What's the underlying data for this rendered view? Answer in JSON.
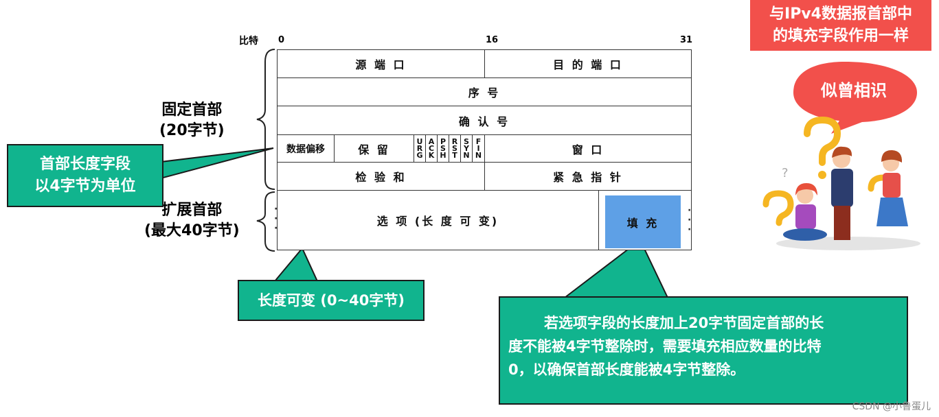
{
  "bits_header": {
    "label": "比特",
    "b0": "0",
    "b16": "16",
    "b31": "31"
  },
  "fields": {
    "src_port": "源 端 口",
    "dst_port": "目 的 端 口",
    "seq": "序 号",
    "ack": "确 认 号",
    "data_offset": "数据偏移",
    "reserved": "保 留",
    "flags": [
      "URG",
      "ACK",
      "PSH",
      "RST",
      "SYN",
      "FIN"
    ],
    "window": "窗 口",
    "checksum": "检 验 和",
    "urgent_ptr": "紧 急 指 针",
    "options": "选 项 (长 度 可 变)",
    "padding": "填 充"
  },
  "labels": {
    "fixed_header_line1": "固定首部",
    "fixed_header_line2": "(20字节)",
    "ext_header_line1": "扩展首部",
    "ext_header_line2": "(最大40字节)"
  },
  "callouts": {
    "header_length_line1": "首部长度字段",
    "header_length_line2": "以4字节为单位",
    "variable_length": "长度可变 (0~40字节)",
    "padding_note_line1": "若选项字段的长度加上20字节固定首部的长",
    "padding_note_line2": "度不能被4字节整除时，需要填充相应数量的比特",
    "padding_note_line3": "0，以确保首部长度能被4字节整除。"
  },
  "banner": {
    "line1": "与IPv4数据报首部中",
    "line2": "的填充字段作用一样"
  },
  "bubble": "似曾相识",
  "watermark": "CSDN @小鲁蛋儿",
  "colors": {
    "callout_green": "#11b48e",
    "banner_red": "#f2504b",
    "padding_blue": "#5ea0e6"
  }
}
